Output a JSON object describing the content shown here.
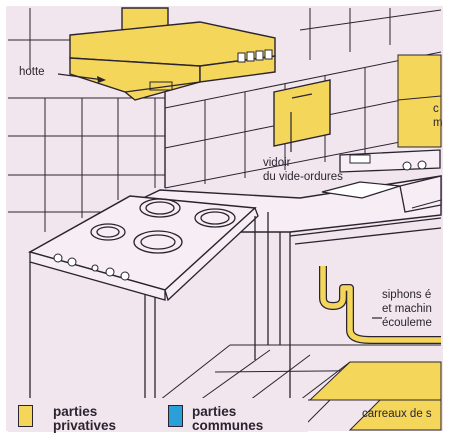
{
  "labels": {
    "hood": "hotte",
    "chute_l1": "vidoir",
    "chute_l2": "du vide-ordures",
    "siphon_l1": "siphons é",
    "siphon_l2": "et machin",
    "siphon_l3": "écouleme",
    "tiles": "carreaux de s",
    "wall_fragment_l1": "c",
    "wall_fragment_l2": "m"
  },
  "legend": {
    "private_l1": "parties",
    "private_l2": "privatives",
    "common_l1": "parties",
    "common_l2": "communes",
    "private_color": "#f3d65a",
    "common_color": "#2aa0d8"
  },
  "colors": {
    "wall": "#f1e6ee",
    "line": "#2a2430",
    "highlight": "#f3d65a"
  }
}
